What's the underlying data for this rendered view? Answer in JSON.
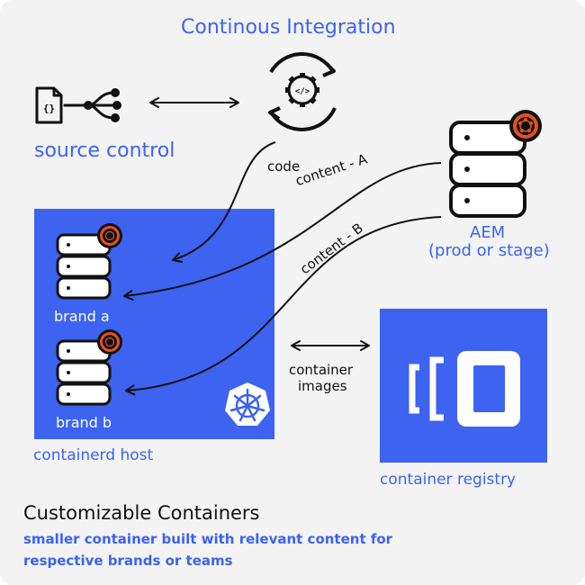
{
  "title": "Continous Integration",
  "source_control_label": "source control",
  "aem_label": "AEM",
  "aem_sublabel": "(prod or stage)",
  "edge_labels": {
    "code": "code",
    "content_a": "content - A",
    "content_b": "content - B",
    "container_images_line1": "container",
    "container_images_line2": "images"
  },
  "host": {
    "label": "containerd host",
    "brand_a": "brand a",
    "brand_b": "brand b"
  },
  "registry_label": "container registry",
  "footer": {
    "heading": "Customizable Containers",
    "line1": "smaller container built with relevant content for",
    "line2": "respective brands or teams"
  },
  "icons": {
    "source_file": "code-file-icon",
    "git": "git-branch-icon",
    "ci": "ci-gear-cycle-icon",
    "server": "server-stack-icon",
    "aem_badge": "aem-logo-icon",
    "kubernetes": "kubernetes-icon",
    "container": "container-icon"
  },
  "colors": {
    "accent": "#3d63f0",
    "background": "#f3f3f3",
    "text": "#111111",
    "aem_badge": "#e8511d"
  }
}
